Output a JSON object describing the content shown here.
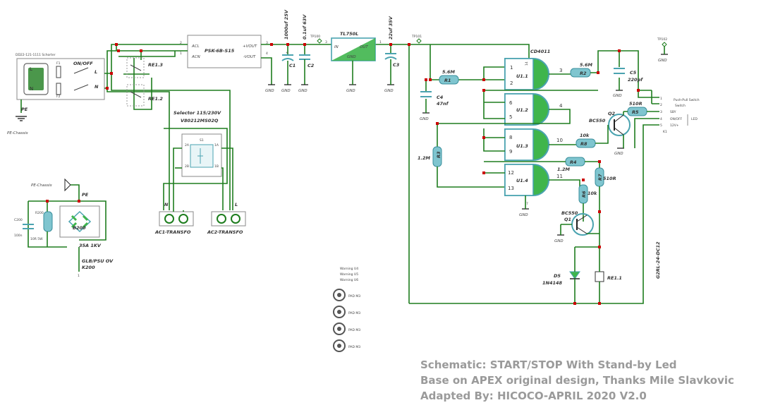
{
  "title_block": {
    "line1": "Schematic: START/STOP With Stand-by Led",
    "line2": "Base on APEX original design, Thanks Mile Slavkovic",
    "line3": "Adapted By: HICOCO-APRIL 2020 V2.0"
  },
  "labels": {
    "connector": "DD22-121-1111 Schorter",
    "onoff": "ON/OFF",
    "L": "L",
    "N": "N",
    "F1": "F1",
    "F2": "F2",
    "pe": "PE",
    "pe_chassis": "PE-Chassis",
    "psu": "PSK-6B-S15",
    "acl": "ACL",
    "acn": "ACN",
    "vout_p": "+VOUT",
    "vout_m": "-VOUT",
    "pin1": "1",
    "pin2": "2",
    "pin3": "3",
    "pin4": "4",
    "re13": "RE1.3",
    "re12": "RE1.2",
    "re11": "RE1.1",
    "selector_title": "Selector 115/230V",
    "selector_part": "V80212MS02Q",
    "s1": "S1",
    "p2a": "2A",
    "p1a": "1A",
    "p2b": "2B",
    "p1b": "1B",
    "c1": "C1",
    "c1_val": "1000uf 25V",
    "c2": "C2",
    "c2_val": "0.1uf 63V",
    "tp100": "TP100",
    "tp101": "TP101",
    "tp102": "TP102",
    "reg": "TL750L",
    "reg_in": "IN",
    "reg_out": "OUT",
    "reg_gnd": "GND",
    "c3": "C3",
    "c3_val": "22uf 35V",
    "c4": "C4",
    "c4_val": "47nf",
    "c5": "C5",
    "c5_val": "220pf",
    "ic": "CD4011",
    "u11": "U1.1",
    "u12": "U1.2",
    "u13": "U1.3",
    "u14": "U1.4",
    "r1": "R1",
    "r1_val": "5.6M",
    "r2": "R2",
    "r2_val": "5.6M",
    "r3": "R3",
    "r3_val": "1.2M",
    "r4": "R4",
    "r4_val": "1.2M",
    "r5": "R5",
    "r5_val": "510R",
    "r6": "R6",
    "r6_val": "10k",
    "r7": "R7",
    "r7_val": "510R",
    "r8": "R8",
    "r8_val": "10k",
    "q1": "Q1",
    "q1_type": "BC550",
    "q2": "Q2",
    "q2_type": "BC550",
    "d5": "D5",
    "d5_type": "1N4148",
    "relay": "G2RL-24-DC12",
    "k1": "K1",
    "k_push": "Push-Pull Switch",
    "k_sby": "SBY",
    "k_onoff": "ON/OFF",
    "k_12v": "12V+",
    "led": "LED",
    "gnd": "GND",
    "n": "N",
    "l": "L",
    "ac1": "AC1-TRANSFO",
    "ac2": "AC2-TRANSFO",
    "pe_chassis2": "PE-Chassis",
    "r200": "R200",
    "r200_val": "10R 5W",
    "c200": "C200",
    "c200_val": "100n",
    "b200": "B200",
    "b200_val": "35A 1KV",
    "glb": "GLB/PSU OV",
    "k200": "K200",
    "warn_u4": "Warning U4",
    "warn_u5": "Warning U5",
    "warn_u6": "Warning U6",
    "pad": "PAD M3"
  },
  "pads": [
    "PAD M3",
    "PAD M3",
    "PAD M3",
    "PAD M3"
  ],
  "colors": {
    "wire": "#1e7d1e",
    "component": "#4aa3b0",
    "gate_fill": "#3fb54c",
    "junction": "#cc0000",
    "title_text": "#9a9a9a"
  }
}
